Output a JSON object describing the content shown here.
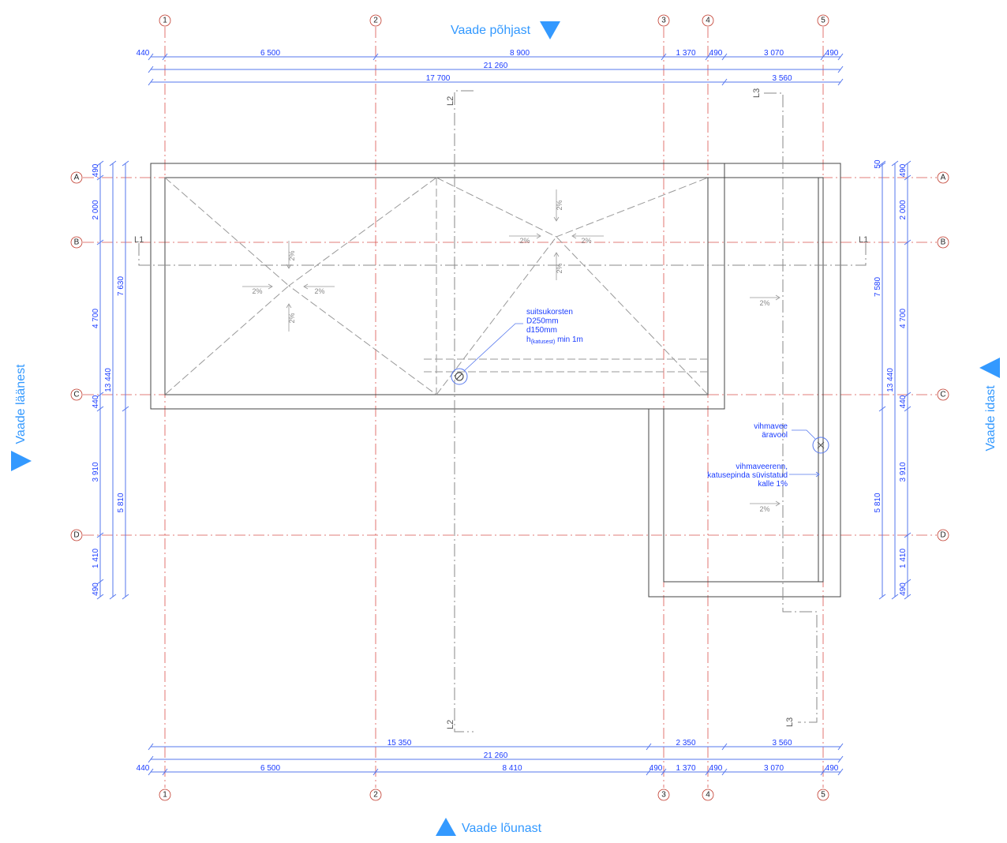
{
  "views": {
    "north": "Vaade põhjast",
    "south": "Vaade lõunast",
    "west": "Vaade läänest",
    "east": "Vaade idast"
  },
  "grid": {
    "columns": [
      "1",
      "2",
      "3",
      "4",
      "5"
    ],
    "rows": [
      "A",
      "B",
      "C",
      "D"
    ]
  },
  "dimensions": {
    "top_row1": [
      "440",
      "6 500",
      "8 900",
      "1 370",
      "490",
      "3 070",
      "490"
    ],
    "top_row2": [
      "21 260"
    ],
    "top_row3": [
      "17 700",
      "3 560"
    ],
    "bottom_row1": [
      "15 350",
      "2 350",
      "3 560"
    ],
    "bottom_row2": [
      "21 260"
    ],
    "bottom_row3": [
      "440",
      "6 500",
      "8 410",
      "490",
      "1 370",
      "490",
      "3 070",
      "490"
    ],
    "left_outer": [
      "490",
      "2 000",
      "4 700",
      "440",
      "3 910",
      "1 410",
      "490"
    ],
    "left_total": [
      "13 440"
    ],
    "left_inner": [
      "7 630",
      "5 810"
    ],
    "right_inner": [
      "50",
      "7 580",
      "5 810"
    ],
    "right_total": [
      "13 440"
    ],
    "right_outer": [
      "490",
      "2 000",
      "4 700",
      "440",
      "3 910",
      "1 410",
      "490"
    ]
  },
  "sections": {
    "l1": "L1",
    "l2": "L2",
    "l3": "L3"
  },
  "slopes": [
    "2%",
    "2%",
    "2%",
    "2%",
    "2%",
    "2%",
    "2%",
    "2%",
    "2%",
    "2%"
  ],
  "annotations": {
    "chimney": [
      "suitsukorsten",
      "D250mm",
      "d150mm"
    ],
    "chimney_h": "h",
    "chimney_h_sub": "(katusest)",
    "chimney_h_rest": " min 1m",
    "drain": [
      "vihmavee",
      "äravool"
    ],
    "gutter": [
      "vihmaveerenn,",
      "katusepinda süvistatud",
      "kalle 1%"
    ]
  },
  "colors": {
    "dimension": "#1a3cff",
    "axis": "#d9534f",
    "view_marker": "#3399ff"
  }
}
